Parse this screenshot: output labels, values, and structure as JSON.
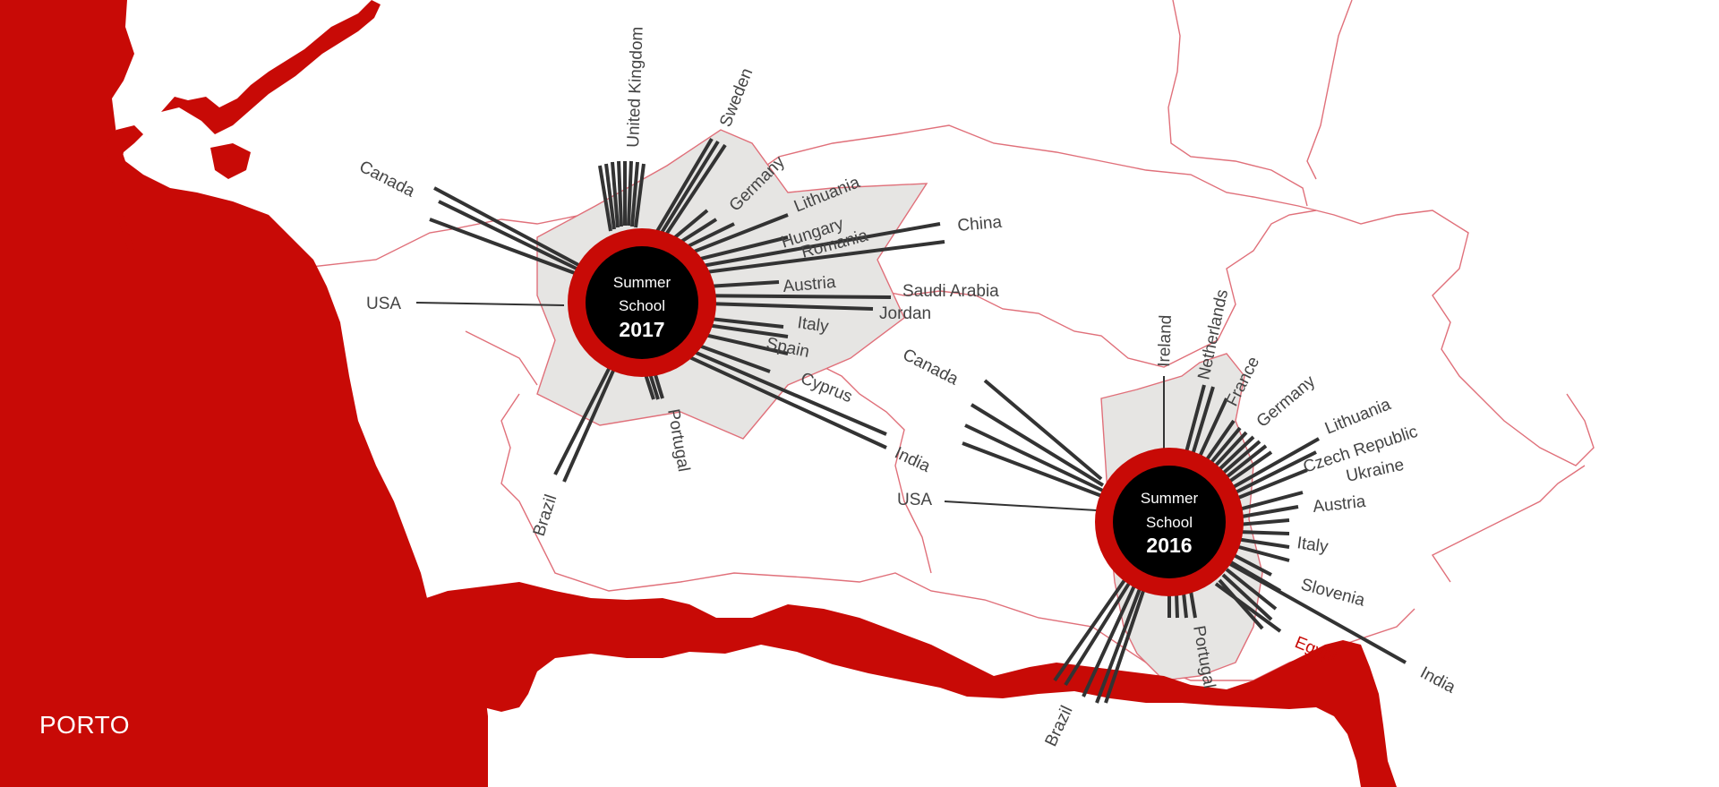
{
  "city": "PORTO",
  "colors": {
    "sea": "#c80a06",
    "boundary": "#e0707a",
    "district_fill": "#e6e5e3",
    "rays": "#333333",
    "badge_center": "#000000",
    "badge_ring": "#c80a06"
  },
  "schools": [
    {
      "title_line1": "Summer",
      "title_line2": "School",
      "year": "2017",
      "countries": [
        "Canada",
        "United Kingdom",
        "Sweden",
        "Germany",
        "Lithuania",
        "Hungary",
        "Romania",
        "China",
        "Austria",
        "Saudi Arabia",
        "Jordan",
        "Italy",
        "Spain",
        "Cyprus",
        "India",
        "Portugal",
        "Brazil",
        "USA"
      ]
    },
    {
      "title_line1": "Summer",
      "title_line2": "School",
      "year": "2016",
      "countries": [
        "Canada",
        "Ireland",
        "Netherlands",
        "France",
        "Germany",
        "Lithuania",
        "Czech Republic",
        "Ukraine",
        "Austria",
        "Italy",
        "Slovenia",
        "Egypt",
        "India",
        "Portugal",
        "Brazil",
        "USA"
      ]
    }
  ]
}
